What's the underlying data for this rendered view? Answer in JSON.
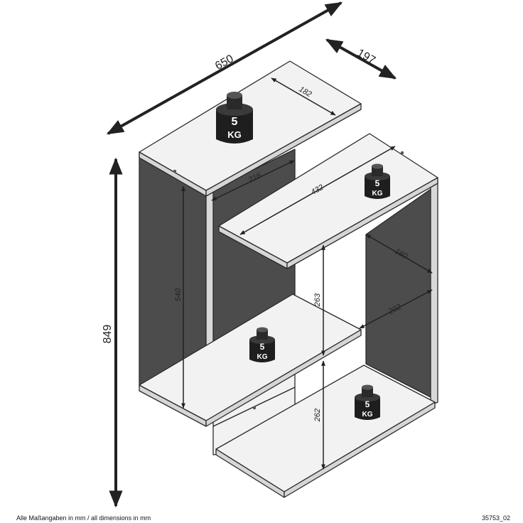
{
  "dimensions": {
    "overall_width": "650",
    "depth": "197",
    "overall_height": "849",
    "top_shelf_depth": "182",
    "upper_left_width": "216",
    "upper_right_width": "432",
    "right_box_depth": "160",
    "middle_shelf_width": "202",
    "left_panel_height": "540",
    "middle_gap_height": "263",
    "lower_gap_height": "262"
  },
  "weights": [
    {
      "value": "5",
      "unit": "KG"
    },
    {
      "value": "5",
      "unit": "KG"
    },
    {
      "value": "5",
      "unit": "KG"
    },
    {
      "value": "5",
      "unit": "KG"
    }
  ],
  "footer": {
    "note": "Alle Maßangaben in mm / all dimensions in mm",
    "article_number": "35753_02"
  },
  "colors": {
    "board_face": "#f2f2f2",
    "board_dark": "#4c4c4c",
    "board_edge": "#3a3a3a",
    "weight_body": "#1e1e1e",
    "arrow": "#222222"
  }
}
